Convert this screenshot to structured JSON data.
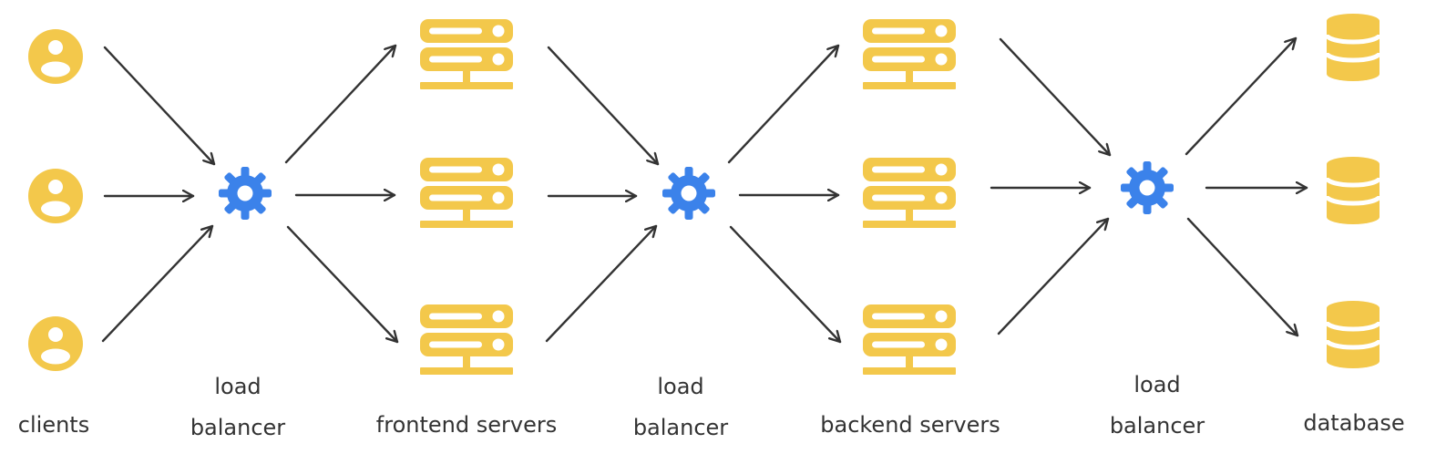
{
  "colors": {
    "node_yellow": "#f3c84b",
    "gear_blue": "#3b82ea",
    "arrow": "#333333",
    "text": "#333333"
  },
  "icons": {
    "client": "user-icon",
    "balancer": "gear-icon",
    "server": "server-icon",
    "database": "database-icon"
  },
  "labels": {
    "clients": "clients",
    "lb1_line1": "load",
    "lb1_line2": "balancer",
    "frontend": "frontend servers",
    "lb2_line1": "load",
    "lb2_line2": "balancer",
    "backend": "backend servers",
    "lb3_line1": "load",
    "lb3_line2": "balancer",
    "database": "database"
  }
}
